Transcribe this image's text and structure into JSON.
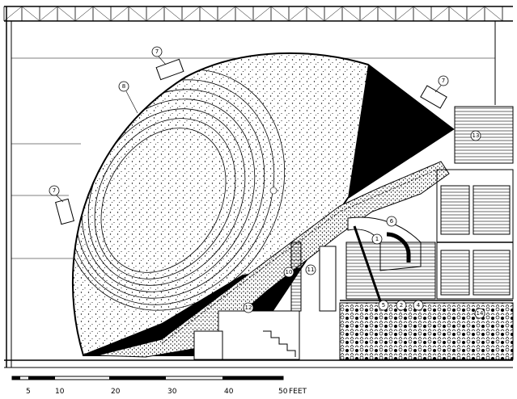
{
  "scale_bar": {
    "labels": [
      "5",
      "10",
      "20",
      "30",
      "40",
      "50"
    ],
    "unit": "FEET"
  },
  "callouts": [
    "7",
    "7",
    "7",
    "8",
    "6",
    "1",
    "5",
    "2",
    "4",
    "10",
    "11",
    "12",
    "13",
    "14"
  ]
}
